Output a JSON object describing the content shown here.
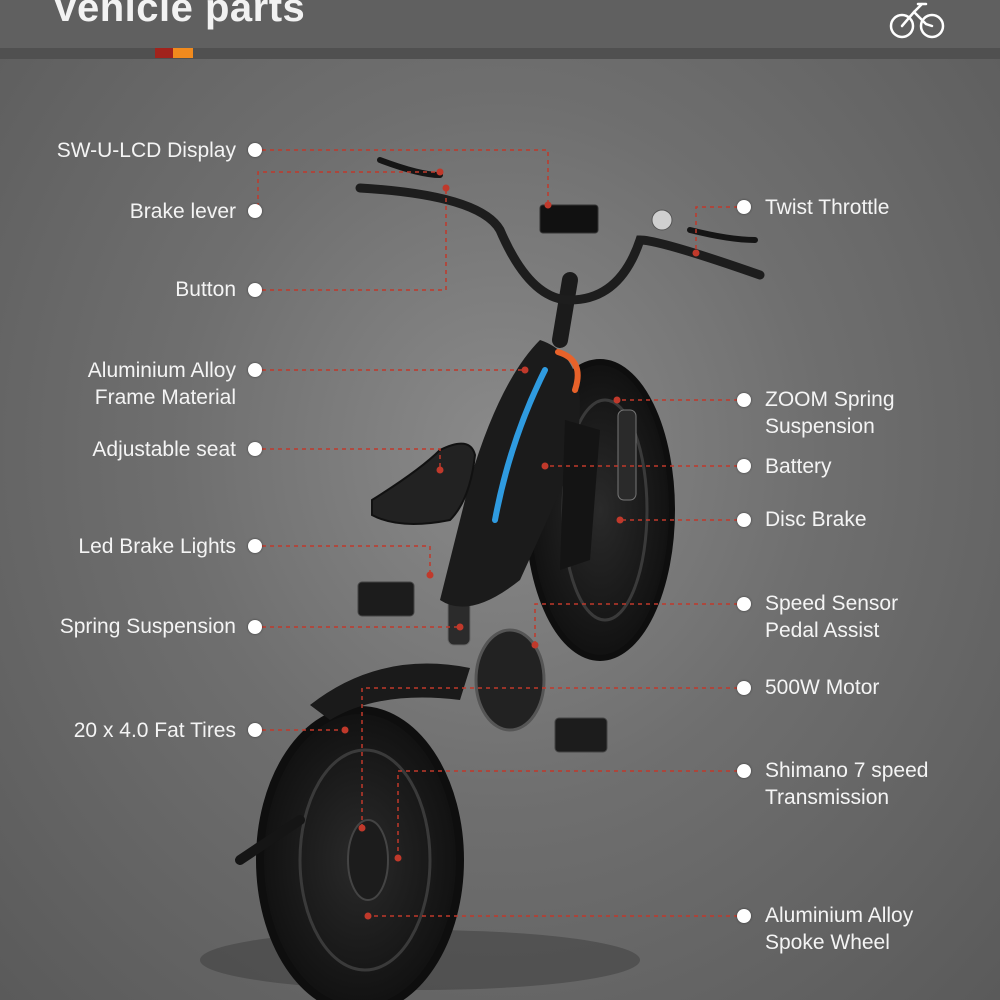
{
  "header": {
    "title": "Vehicle parts",
    "icon": "bicycle-icon",
    "accent_colors": [
      "#a1231c",
      "#f18a1d"
    ]
  },
  "parts_left": [
    {
      "id": "lcd-display",
      "text": "SW-U-LCD Display"
    },
    {
      "id": "brake-lever",
      "text": "Brake lever"
    },
    {
      "id": "button",
      "text": "Button"
    },
    {
      "id": "frame-material",
      "text": "Aluminium Alloy\nFrame Material"
    },
    {
      "id": "adjustable-seat",
      "text": "Adjustable seat"
    },
    {
      "id": "led-brake-lights",
      "text": "Led Brake Lights"
    },
    {
      "id": "spring-suspension",
      "text": "Spring Suspension"
    },
    {
      "id": "fat-tires",
      "text": "20 x 4.0 Fat Tires"
    }
  ],
  "parts_right": [
    {
      "id": "twist-throttle",
      "text": "Twist Throttle"
    },
    {
      "id": "zoom-spring-suspension",
      "text": "ZOOM Spring\nSuspension"
    },
    {
      "id": "battery",
      "text": "Battery"
    },
    {
      "id": "disc-brake",
      "text": "Disc Brake"
    },
    {
      "id": "speed-sensor",
      "text": "Speed Sensor\nPedal Assist"
    },
    {
      "id": "motor",
      "text": "500W Motor"
    },
    {
      "id": "transmission",
      "text": "Shimano 7 speed\nTransmission"
    },
    {
      "id": "spoke-wheel",
      "text": "Aluminium Alloy\nSpoke Wheel"
    }
  ],
  "colors": {
    "leader_line": "#c0392b",
    "frame_blue": "#2f9be0",
    "frame_orange": "#e8622a"
  }
}
